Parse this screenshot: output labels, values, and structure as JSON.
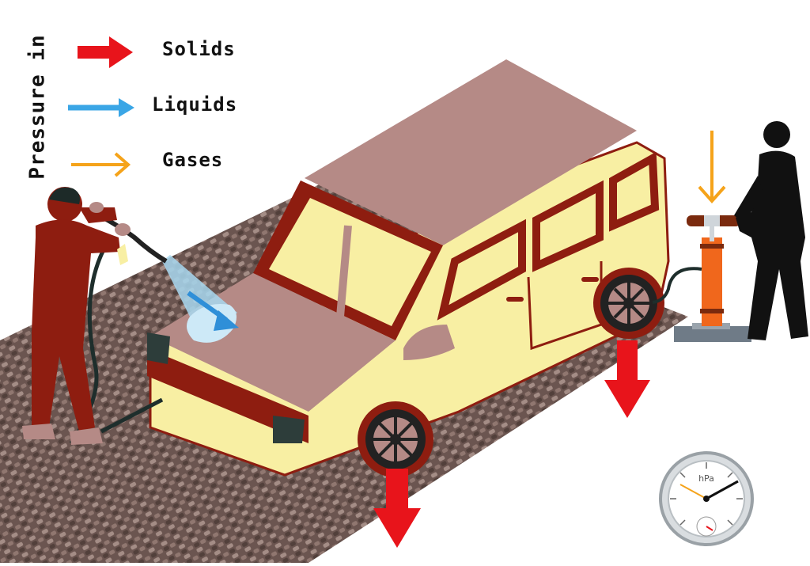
{
  "title": "Pressure in",
  "legend": [
    {
      "label": "Solids",
      "color": "#e8141b",
      "icon": "thick-red-arrow-icon"
    },
    {
      "label": "Liquids",
      "color": "#3aa6e6",
      "icon": "blue-arrow-icon"
    },
    {
      "label": "Gases",
      "color": "#f5a31a",
      "icon": "orange-arrow-icon"
    }
  ],
  "gauge": {
    "unit": "hPa"
  },
  "colors": {
    "car_body": "#f8efa3",
    "car_roof": "#b58a86",
    "car_trim": "#8e1d10",
    "mat": "#6f5a55",
    "worker": "#8e1d10",
    "silhouette": "#111111",
    "pump": "#f0671c"
  }
}
